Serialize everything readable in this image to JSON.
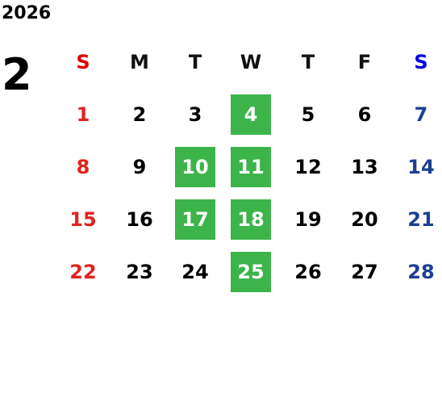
{
  "calendar": {
    "year": "2026",
    "month": "2",
    "weekdays": [
      "S",
      "M",
      "T",
      "W",
      "T",
      "F",
      "S"
    ],
    "weeks": [
      [
        {
          "day": "1"
        },
        {
          "day": "2"
        },
        {
          "day": "3"
        },
        {
          "day": "4",
          "highlighted": true
        },
        {
          "day": "5"
        },
        {
          "day": "6"
        },
        {
          "day": "7"
        }
      ],
      [
        {
          "day": "8"
        },
        {
          "day": "9"
        },
        {
          "day": "10",
          "highlighted": true
        },
        {
          "day": "11",
          "highlighted": true
        },
        {
          "day": "12"
        },
        {
          "day": "13"
        },
        {
          "day": "14"
        }
      ],
      [
        {
          "day": "15"
        },
        {
          "day": "16"
        },
        {
          "day": "17",
          "highlighted": true
        },
        {
          "day": "18",
          "highlighted": true
        },
        {
          "day": "19"
        },
        {
          "day": "20"
        },
        {
          "day": "21"
        }
      ],
      [
        {
          "day": "22"
        },
        {
          "day": "23"
        },
        {
          "day": "24"
        },
        {
          "day": "25",
          "highlighted": true
        },
        {
          "day": "26"
        },
        {
          "day": "27"
        },
        {
          "day": "28"
        }
      ]
    ]
  },
  "colors": {
    "sunday": "#e0241e",
    "saturday": "#1c3f94",
    "highlight": "#3cb44a"
  }
}
